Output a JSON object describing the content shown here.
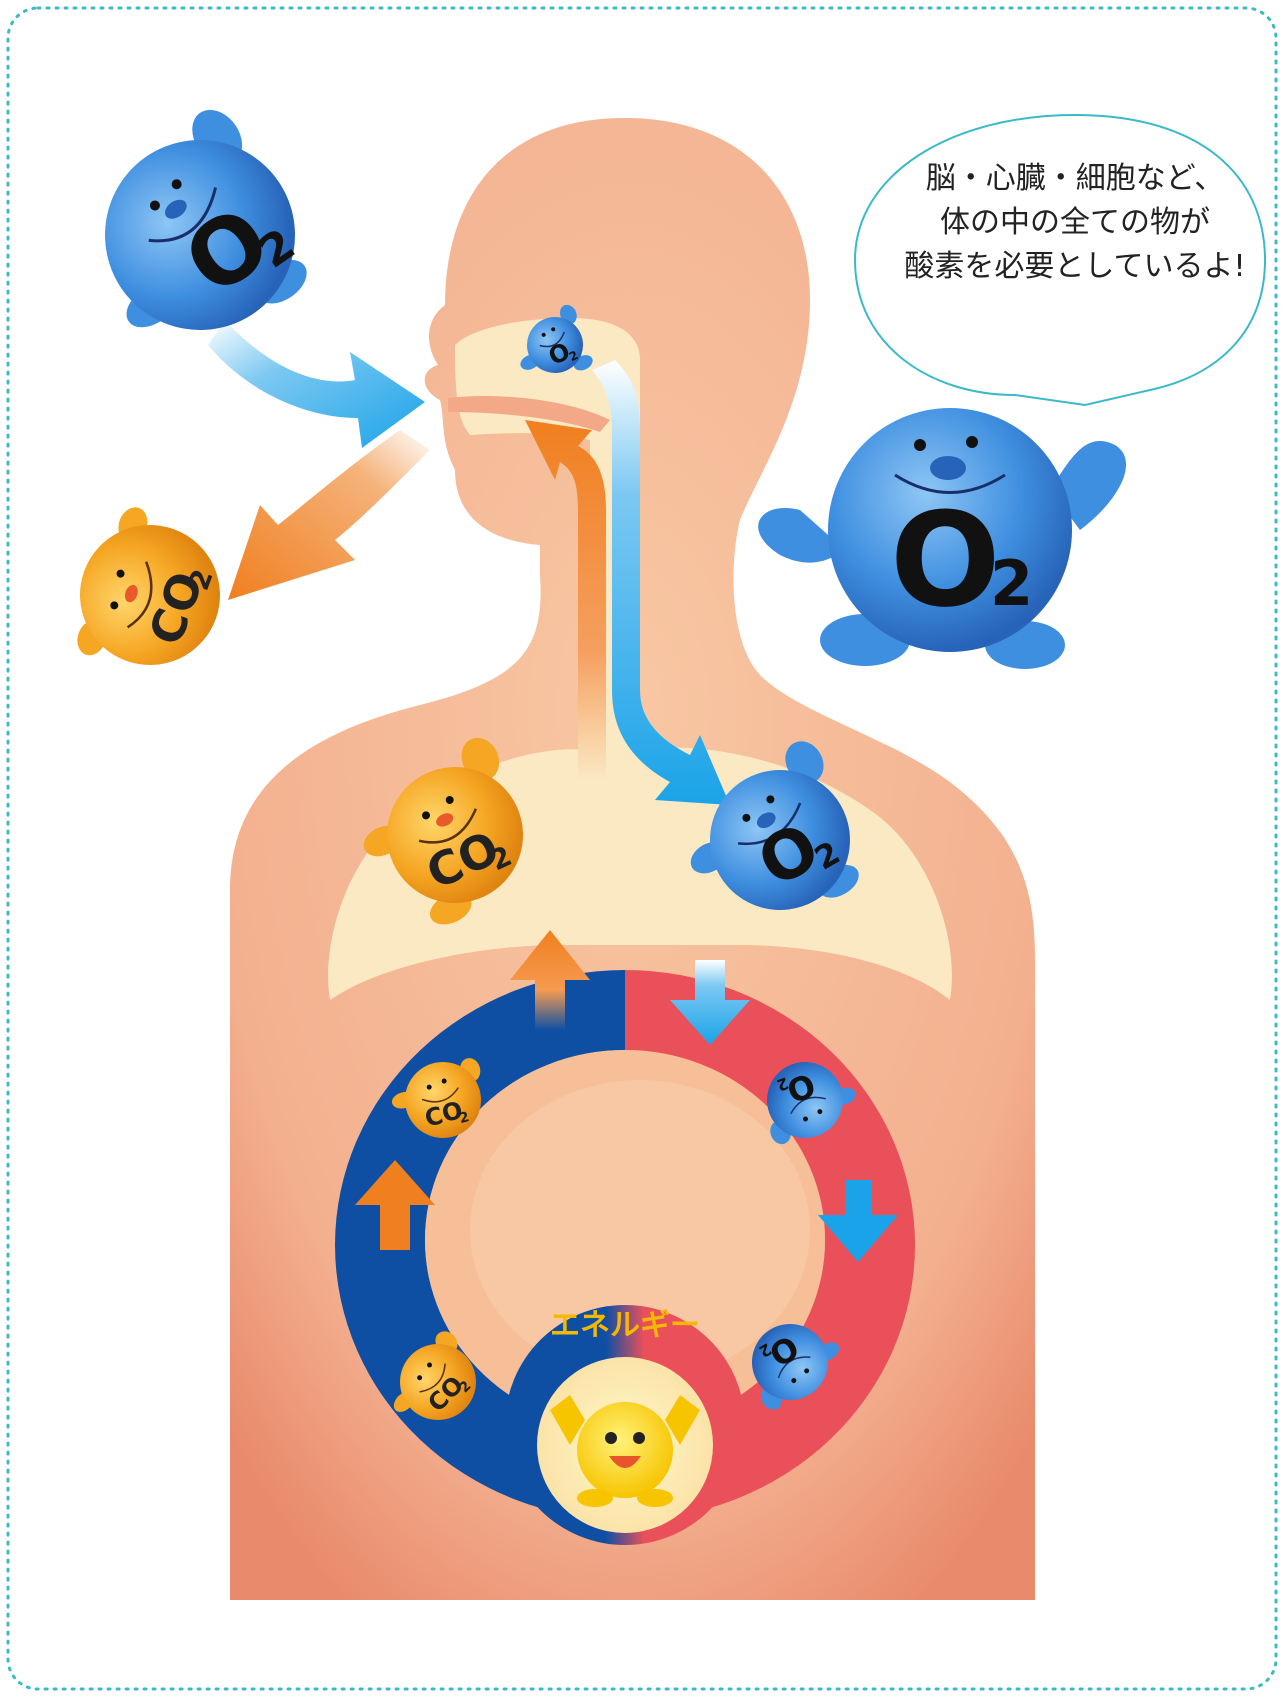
{
  "speech_bubble": {
    "line1": "脳・心臓・細胞など、",
    "line2": "体の中の全ての物が",
    "line3": "酸素を必要としているよ!"
  },
  "energy_label": "エネルギー",
  "molecules": {
    "o2_main": "O",
    "o2_sub": "2",
    "co2_main": "CO",
    "co2_sub": "2"
  },
  "colors": {
    "skin": "#f6bf98",
    "skin_edge": "#e98a6c",
    "airway": "#fbe9c4",
    "oxygen_arrow": "#1aa3e8",
    "co2_arrow": "#f07f1f",
    "vein_blue": "#0f4fa3",
    "artery_red": "#e9505a",
    "o2_character": "#3f8fe0",
    "co2_character": "#f5a623",
    "energy_yellow": "#f5b800",
    "border_dots": "#3ab9c9"
  }
}
